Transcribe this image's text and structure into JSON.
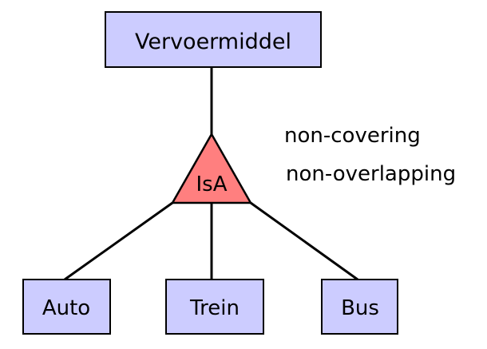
{
  "diagram": {
    "supertype": {
      "label": "Vervoermiddel"
    },
    "isa": {
      "label": "IsA"
    },
    "constraints": {
      "covering": "non-covering",
      "overlapping": "non-overlapping"
    },
    "subtypes": [
      {
        "label": "Auto"
      },
      {
        "label": "Trein"
      },
      {
        "label": "Bus"
      }
    ],
    "colors": {
      "entity_fill": "#ccccff",
      "isa_fill": "#ff7f7f",
      "stroke": "#000000",
      "background": "#ffffff"
    }
  }
}
